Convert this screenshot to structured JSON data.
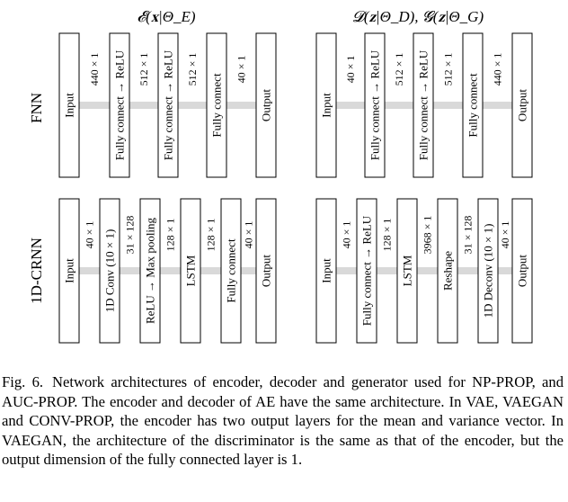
{
  "headers": {
    "encoder": "𝓔(𝐱|Θ_E)",
    "decoder_generator": "𝓓(𝐳|Θ_D), 𝓖(𝐳|Θ_G)"
  },
  "rows": [
    {
      "label": "FNN"
    },
    {
      "label": "1D-CRNN"
    }
  ],
  "blocks": {
    "fnn_encoder": [
      "Input",
      "440 × 1",
      "Fully connect → ReLU",
      "512 × 1",
      "Fully connect → ReLU",
      "512 × 1",
      "Fully connect",
      "40 × 1",
      "Output"
    ],
    "fnn_decoder": [
      "Input",
      "40 × 1",
      "Fully connect → ReLU",
      "512 × 1",
      "Fully connect → ReLU",
      "512 × 1",
      "Fully connect",
      "440 × 1",
      "Output"
    ],
    "crnn_encoder": [
      "Input",
      "40 × 1",
      "1D Conv (10 × 1)",
      "31 × 128",
      "ReLU → Max pooling",
      "128 × 1",
      "LSTM",
      "128 × 1",
      "Fully connect",
      "40 × 1",
      "Output"
    ],
    "crnn_decoder": [
      "Input",
      "40 × 1",
      "Fully connect → ReLU",
      "128 × 1",
      "LSTM",
      "3968 × 1",
      "Reshape",
      "31 × 128",
      "1D Deconv (10 × 1)",
      "40 × 1",
      "Output"
    ]
  },
  "caption": {
    "fig": "Fig. 6.",
    "text": "Network architectures of encoder, decoder and generator used for NP-PROP, and AUC-PROP. The encoder and decoder of AE have the same architecture. In VAE, VAEGAN and CONV-PROP, the encoder has two output layers for the mean and variance vector. In VAEGAN, the architecture of the discriminator is the same as that of the encoder, but the output dimension of the fully connected layer is 1."
  }
}
